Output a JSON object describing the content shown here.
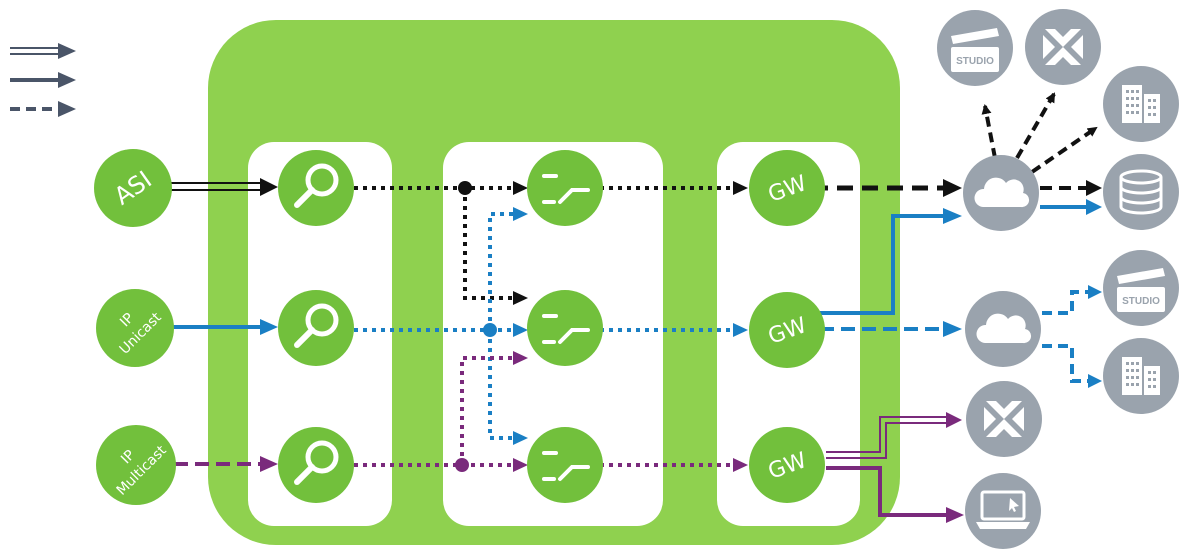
{
  "colors": {
    "green_panel": "#8fd14f",
    "green_node": "#72c03c",
    "white": "#ffffff",
    "grey_endpoint": "#9aa3ad",
    "black_flow": "#111111",
    "blue_flow": "#1a7fc4",
    "purple_flow": "#7a2a7c",
    "legend_grey": "#4a5568"
  },
  "inputs": [
    {
      "id": "asi",
      "lines": [
        "ASI"
      ]
    },
    {
      "id": "unicast",
      "lines": [
        "IP",
        "Unicast"
      ]
    },
    {
      "id": "multicast",
      "lines": [
        "IP",
        "Multicast"
      ]
    }
  ],
  "gateways": {
    "label": "GW"
  },
  "studio_label": "STUDIO",
  "icons": {
    "probe": "magnifier-icon",
    "switch": "switch-icon",
    "cloud": "cloud-icon",
    "studio": "clapperboard-icon",
    "router": "router-icon",
    "building": "building-icon",
    "storage": "database-icon",
    "laptop": "laptop-icon"
  },
  "legend": [
    {
      "style": "double-line-arrow"
    },
    {
      "style": "solid-line-arrow"
    },
    {
      "style": "dashed-line-arrow"
    }
  ]
}
